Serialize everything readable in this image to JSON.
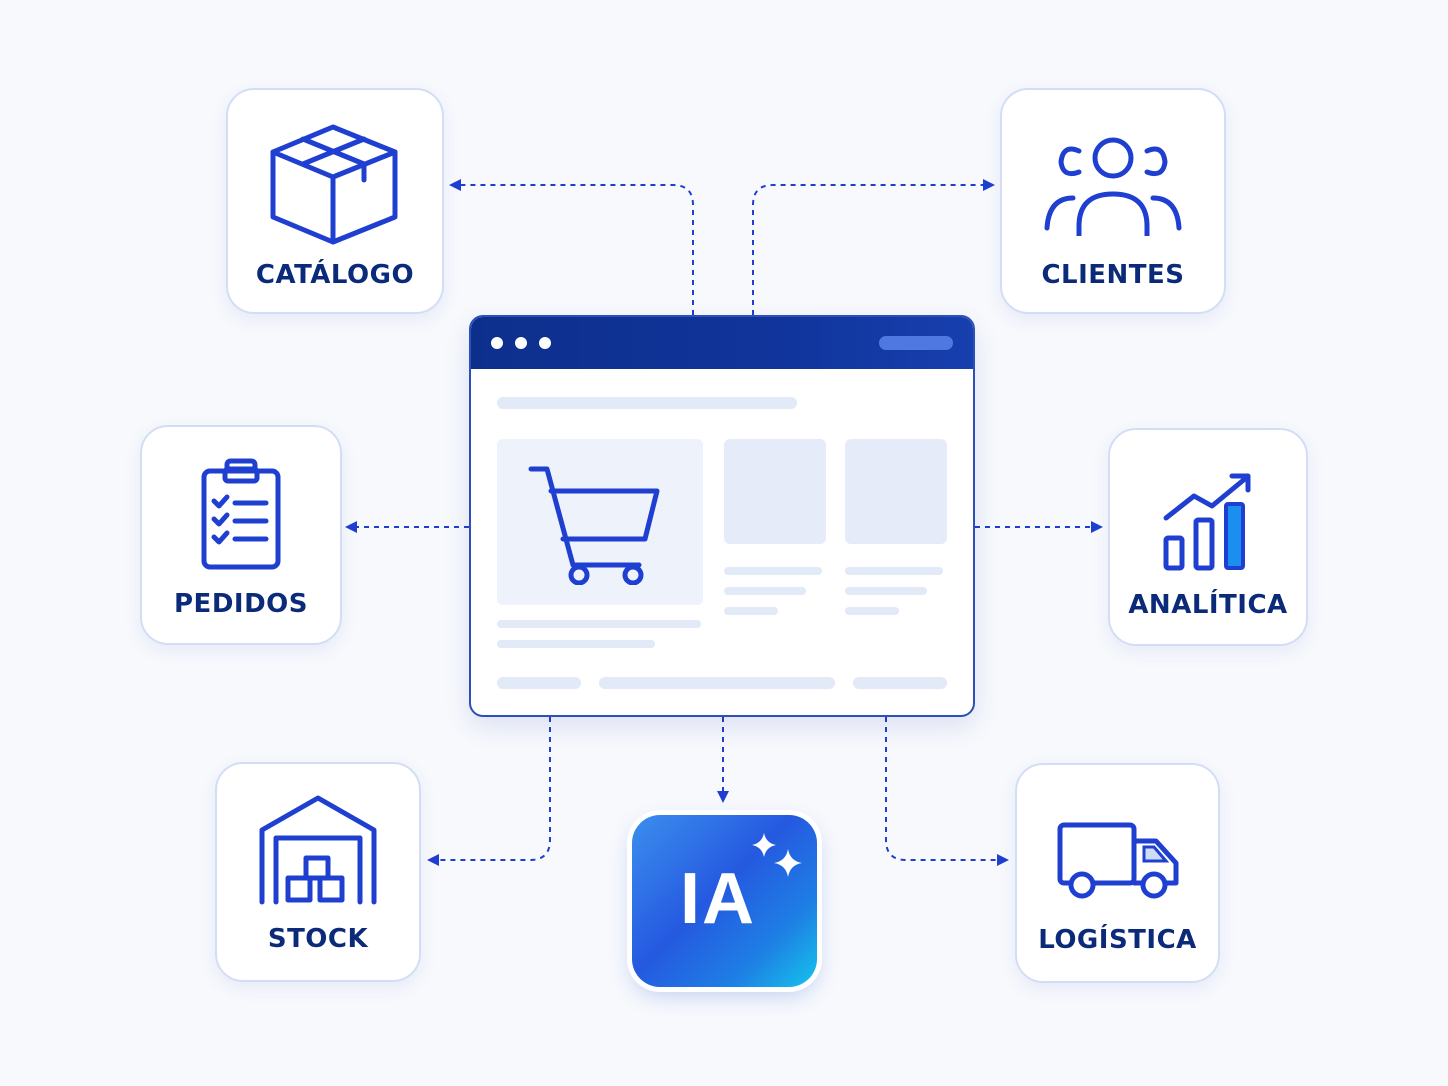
{
  "hub": {
    "name": "E-commerce platform window",
    "icon": "shopping-cart-icon"
  },
  "nodes": {
    "catalogo": {
      "label": "CATÁLOGO",
      "icon": "box-icon"
    },
    "clientes": {
      "label": "CLIENTES",
      "icon": "users-icon"
    },
    "pedidos": {
      "label": "PEDIDOS",
      "icon": "clipboard-checklist-icon"
    },
    "analitica": {
      "label": "ANALÍTICA",
      "icon": "bar-chart-trend-icon"
    },
    "stock": {
      "label": "STOCK",
      "icon": "warehouse-icon"
    },
    "logistica": {
      "label": "LOGÍSTICA",
      "icon": "truck-icon"
    },
    "ia": {
      "label": "IA",
      "icon": "sparkles-icon"
    }
  },
  "colors": {
    "primary": "#1f3fd1",
    "dark_navy": "#0c2a7a",
    "card_border": "#d3def6",
    "background": "#f7f9fd",
    "ia_gradient_start": "#3b8fee",
    "ia_gradient_end": "#16c4ec",
    "highlight_bar": "#1a8ff0"
  }
}
